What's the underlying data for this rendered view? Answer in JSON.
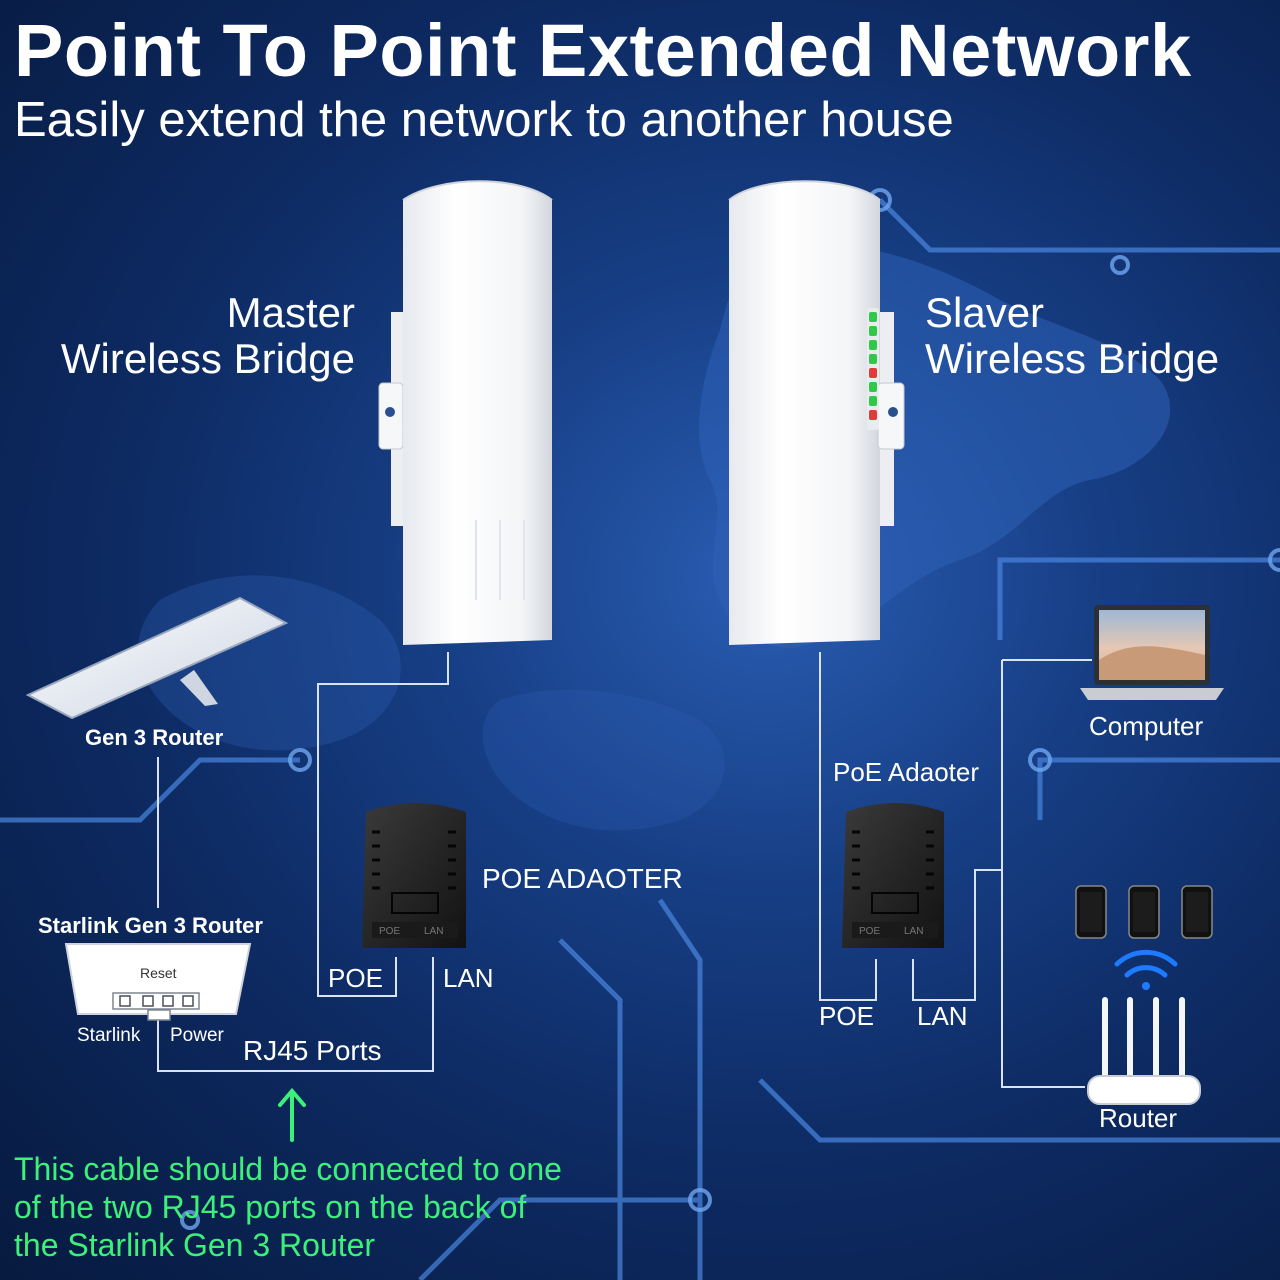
{
  "header": {
    "title": "Point To Point Extended Network",
    "subtitle": "Easily extend the network to another house"
  },
  "devices": {
    "master": {
      "line1": "Master",
      "line2": "Wireless Bridge"
    },
    "slaver": {
      "line1": "Slaver",
      "line2": "Wireless Bridge"
    },
    "gen3_router": "Gen 3 Router",
    "starlink_router": {
      "title": "Starlink Gen 3 Router",
      "reset": "Reset",
      "starlink": "Starlink",
      "power": "Power"
    },
    "computer": "Computer",
    "router": "Router"
  },
  "adapters": {
    "left": {
      "title": "POE ADAOTER",
      "poe": "POE",
      "lan": "LAN",
      "case_poe": "POE",
      "case_lan": "LAN"
    },
    "right": {
      "title": "PoE Adaoter",
      "poe": "POE",
      "lan": "LAN",
      "case_poe": "POE",
      "case_lan": "LAN"
    }
  },
  "rj45": "RJ45 Ports",
  "note": {
    "line1": "This cable should be connected to one",
    "line2": "of the two RJ45 ports on the back of",
    "line3": "the Starlink Gen 3 Router"
  },
  "colors": {
    "background": "#0d2a62",
    "text": "#ffffff",
    "note_green": "#3df07a",
    "wire": "#d8e4f5",
    "wifi_blue": "#1e7bff"
  },
  "icons": [
    "satellite-dish-icon",
    "arrow-up-icon",
    "wifi-icon",
    "smartphone-icon",
    "laptop-icon",
    "router-icon",
    "poe-adapter-icon",
    "wireless-bridge-icon"
  ]
}
